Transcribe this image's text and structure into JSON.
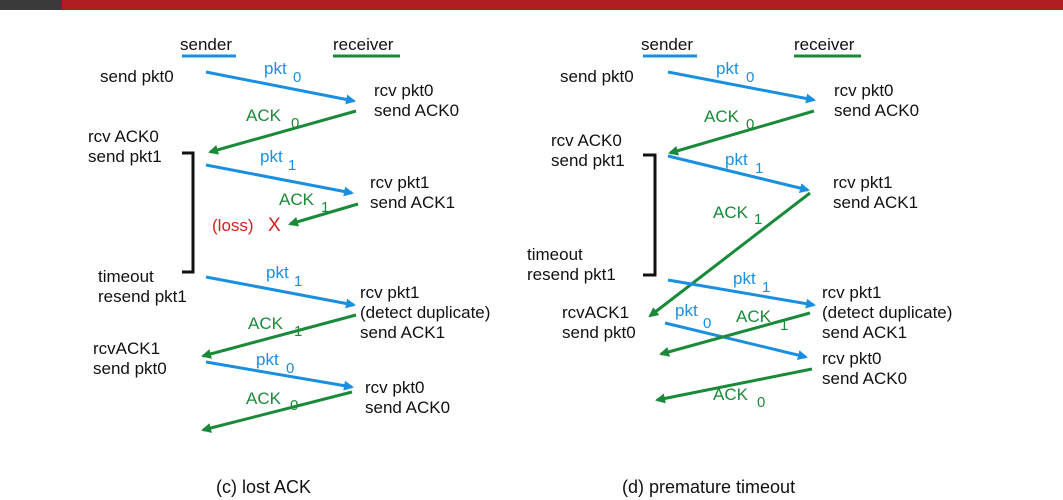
{
  "left": {
    "sender_label": "sender",
    "receiver_label": "receiver",
    "send_pkt0": "send pkt0",
    "rcv_pkt0": "rcv pkt0",
    "send_ack0": "send ACK0",
    "rcv_ack0": "rcv ACK0",
    "send_pkt1": "send pkt1",
    "rcv_pkt1": "rcv pkt1",
    "send_ack1": "send ACK1",
    "loss": "(loss)",
    "loss_x": "X",
    "timeout": "timeout",
    "resend_pkt1": "resend pkt1",
    "rcv_pkt1_b": "rcv pkt1",
    "detect_dup": "(detect duplicate)",
    "send_ack1_b": "send ACK1",
    "rcvack1": "rcvACK1",
    "send_pkt0_b": "send pkt0",
    "rcv_pkt0_b": "rcv pkt0",
    "send_ack0_b": "send ACK0",
    "caption": "(c) lost ACK"
  },
  "right": {
    "sender_label": "sender",
    "receiver_label": "receiver",
    "send_pkt0": "send pkt0",
    "rcv_pkt0": "rcv pkt0",
    "send_ack0": "send ACK0",
    "rcv_ack0": "rcv ACK0",
    "send_pkt1": "send pkt1",
    "rcv_pkt1": "rcv pkt1",
    "send_ack1": "send ACK1",
    "timeout": "timeout",
    "resend_pkt1": "resend pkt1",
    "rcv_pkt1_b": "rcv pkt1",
    "detect_dup": "(detect duplicate)",
    "send_ack1_b": "send ACK1",
    "rcvack1": "rcvACK1",
    "send_pkt0_b": "send pkt0",
    "rcv_pkt0_b": "rcv pkt0",
    "send_ack0_b": "send ACK0",
    "caption": "(d) premature timeout"
  },
  "labels": {
    "pkt": "pkt",
    "ack": "ACK",
    "n0": "0",
    "n1": "1"
  },
  "colors": {
    "pkt_arrow": "#1a8fe0",
    "ack_arrow": "#1a8a3a",
    "loss": "#d62020",
    "topbar": "#b01e24"
  }
}
